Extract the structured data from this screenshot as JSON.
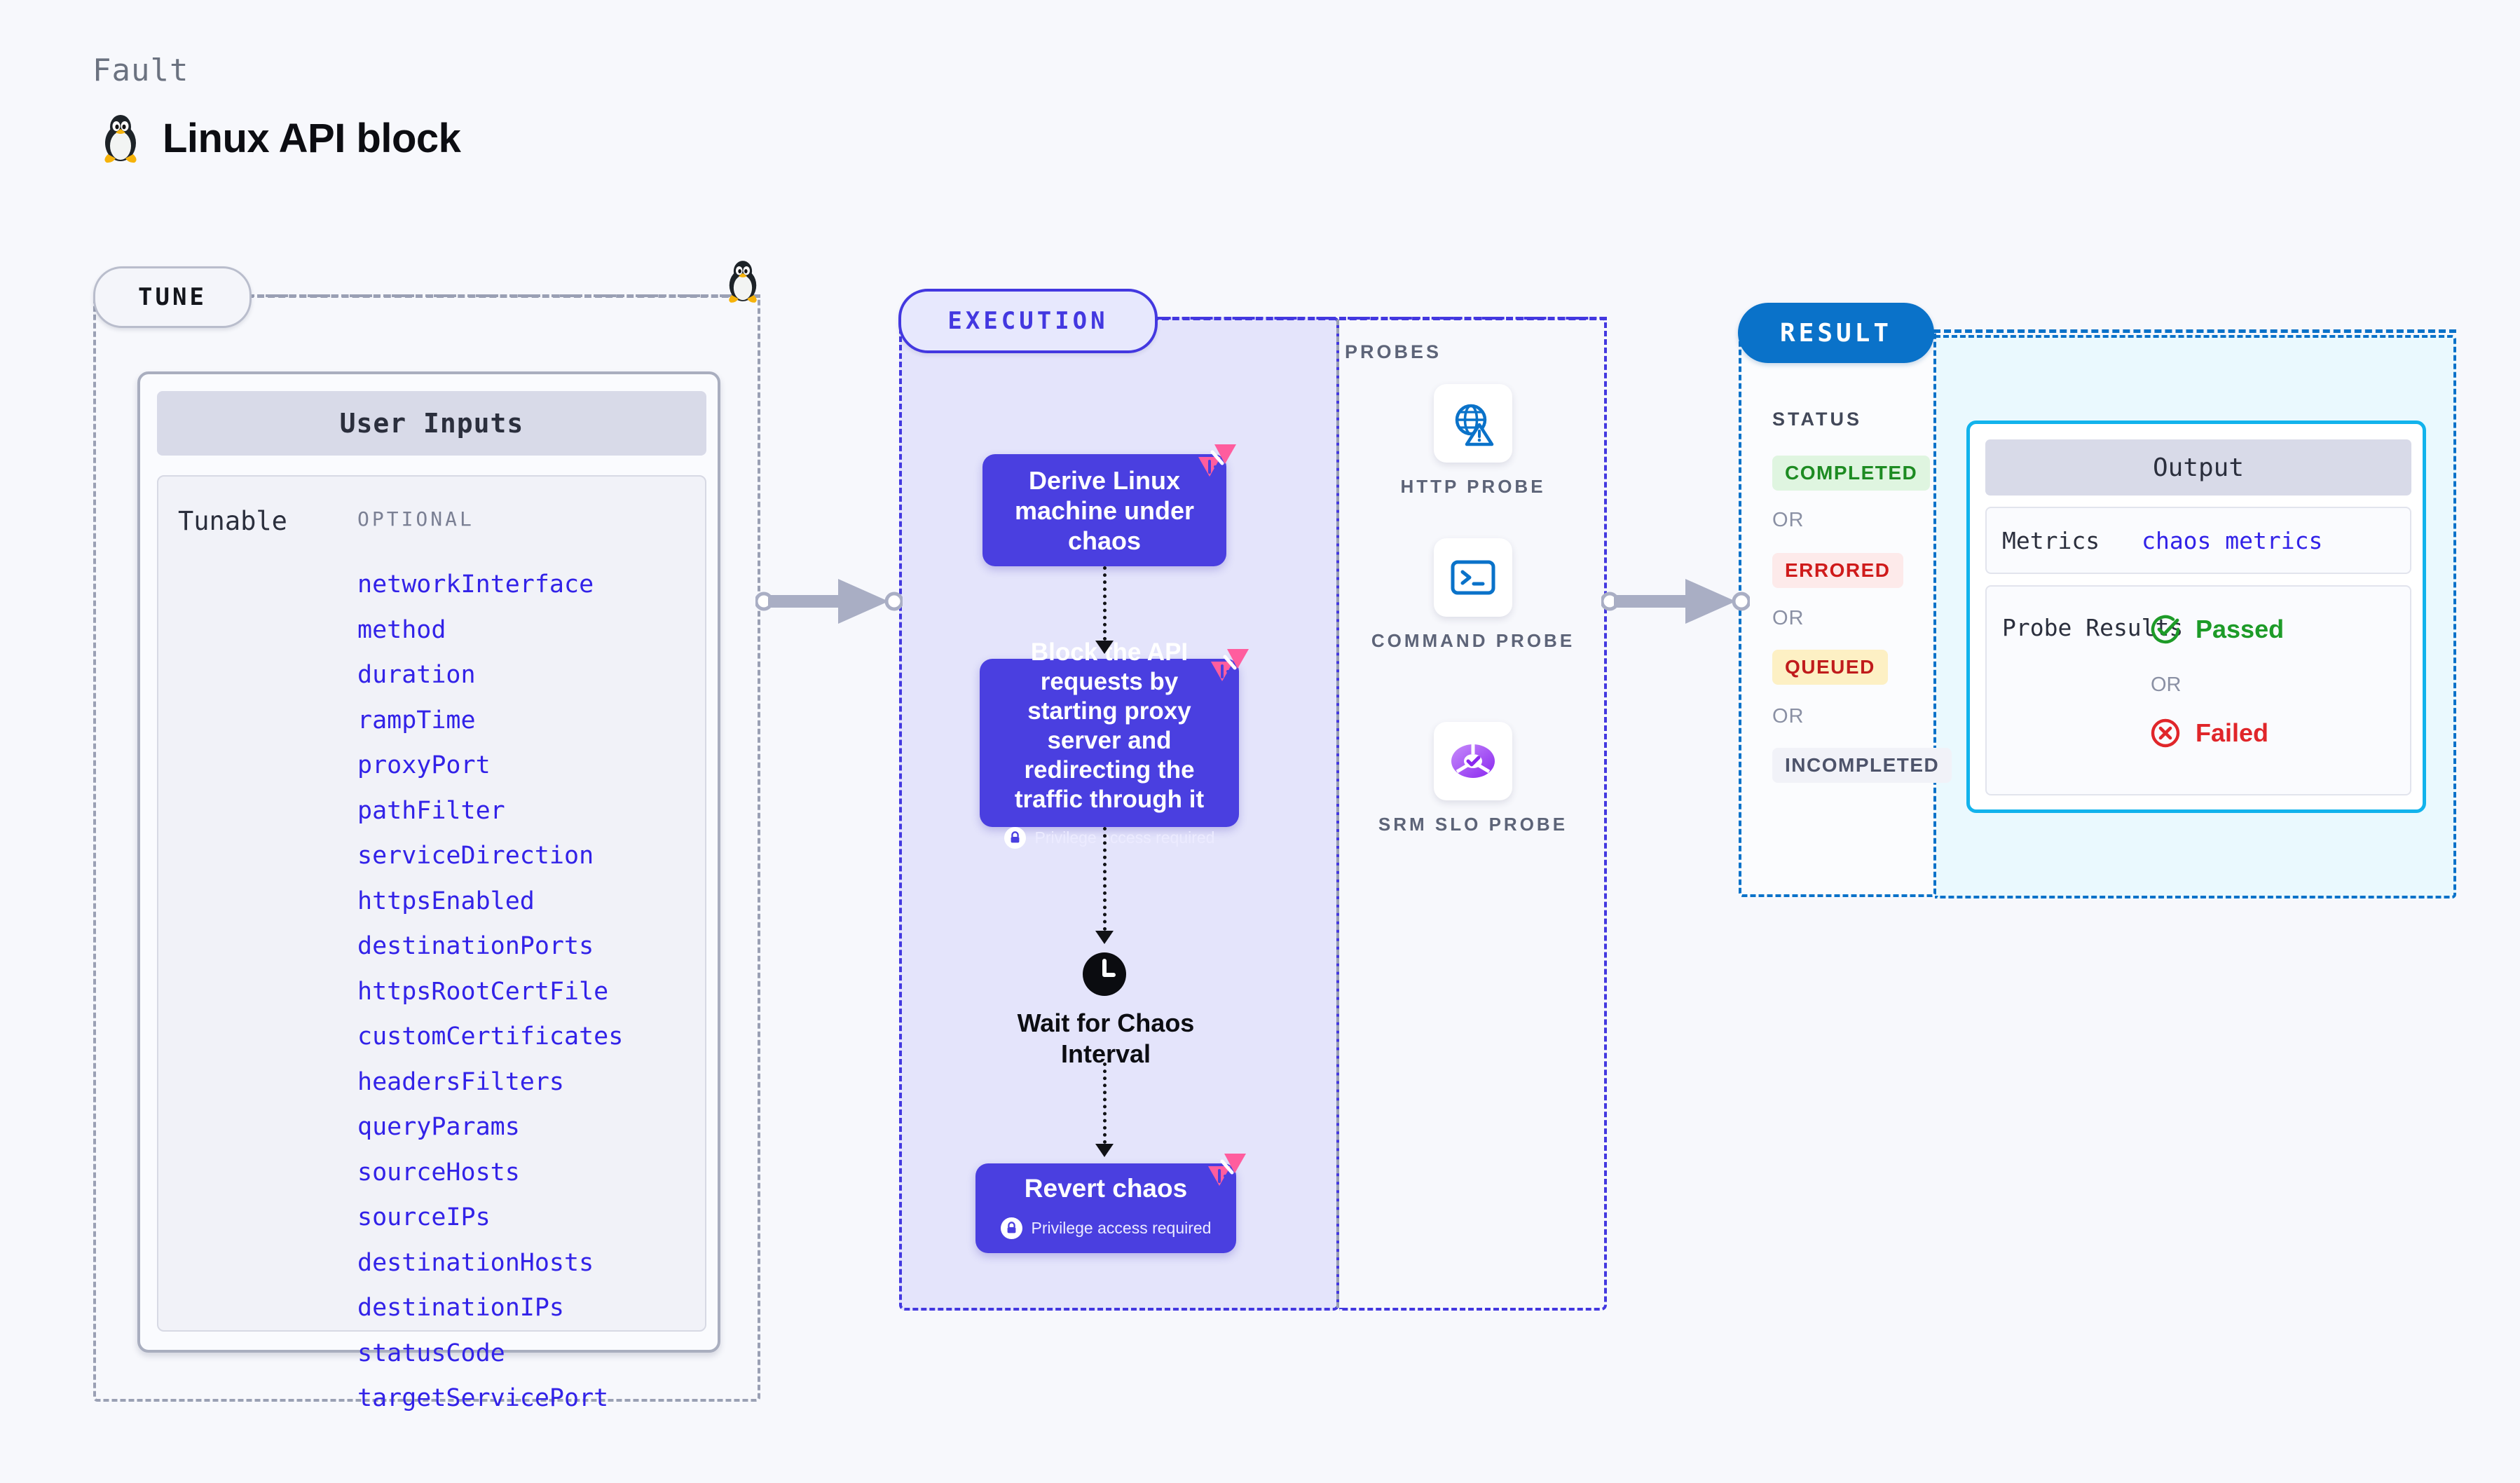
{
  "header": {
    "kicker": "Fault",
    "title": "Linux API block",
    "icon": "tux-penguin-icon"
  },
  "tune": {
    "pill_label": "TUNE",
    "card_title": "User Inputs",
    "tunable_label": "Tunable",
    "optional_label": "OPTIONAL",
    "tunables": [
      "networkInterface",
      "method",
      "duration",
      "rampTime",
      "proxyPort",
      "pathFilter",
      "serviceDirection",
      "httpsEnabled",
      "destinationPorts",
      "httpsRootCertFile",
      "customCertificates",
      "headersFilters",
      "queryParams",
      "sourceHosts",
      "sourceIPs",
      "destinationHosts",
      "destinationIPs",
      "statusCode",
      "targetServicePort"
    ]
  },
  "execution": {
    "pill_label": "EXECUTION",
    "steps": [
      {
        "id": "derive",
        "text": "Derive Linux machine under chaos",
        "privilege": null,
        "chaos_flag": true
      },
      {
        "id": "block",
        "text": "Block the API requests by starting proxy server and redirecting the traffic through it",
        "privilege": "Privilege access required",
        "chaos_flag": true
      },
      {
        "id": "wait",
        "text": "Wait for Chaos Interval",
        "icon": "clock-icon",
        "privilege": null,
        "chaos_flag": false
      },
      {
        "id": "revert",
        "text": "Revert chaos",
        "privilege": "Privilege access required",
        "chaos_flag": true
      }
    ]
  },
  "probes": {
    "title": "PROBES",
    "items": [
      {
        "label": "HTTP PROBE",
        "icon": "globe-warning-icon"
      },
      {
        "label": "COMMAND PROBE",
        "icon": "terminal-icon"
      },
      {
        "label": "SRM SLO PROBE",
        "icon": "srm-slo-donut-icon"
      }
    ]
  },
  "result": {
    "pill_label": "RESULT",
    "status_title": "STATUS",
    "or_label": "OR",
    "statuses": [
      {
        "label": "COMPLETED",
        "bg": "#dff5e0",
        "fg": "#1d8b22"
      },
      {
        "label": "ERRORED",
        "bg": "#fdeaea",
        "fg": "#cf1b1b"
      },
      {
        "label": "QUEUED",
        "bg": "#fdf0c4",
        "fg": "#c01c1c"
      },
      {
        "label": "INCOMPLETED",
        "bg": "#f1f2f8",
        "fg": "#4d536a"
      }
    ]
  },
  "output": {
    "title": "Output",
    "metrics_key": "Metrics",
    "metrics_value": "chaos metrics",
    "probe_results_key": "Probe Results",
    "passed_label": "Passed",
    "failed_label": "Failed",
    "or_label": "OR"
  },
  "colors": {
    "accent_purple": "#4a3fe0",
    "accent_blue": "#0a72c9",
    "accent_cyan": "#12b3ec",
    "chaos_pink": "#ff5d9e",
    "code_blue": "#3222e8"
  }
}
